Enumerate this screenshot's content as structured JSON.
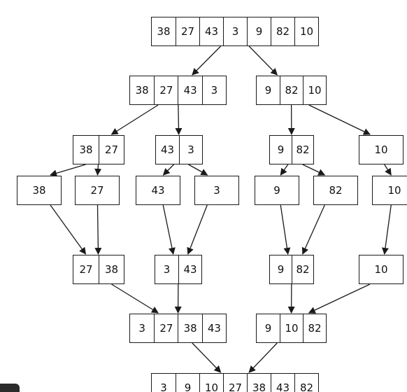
{
  "colors": {
    "stroke": "#1a1a1a",
    "text": "#111111",
    "background": "#ffffff"
  },
  "diagram": {
    "nodes": [
      {
        "id": "n0",
        "cells": [
          "38",
          "27",
          "43",
          "3",
          "9",
          "82",
          "10"
        ]
      },
      {
        "id": "n1",
        "cells": [
          "38",
          "27",
          "43",
          "3"
        ]
      },
      {
        "id": "n2",
        "cells": [
          "9",
          "82",
          "10"
        ]
      },
      {
        "id": "n3",
        "cells": [
          "38",
          "27"
        ]
      },
      {
        "id": "n4",
        "cells": [
          "43",
          "3"
        ]
      },
      {
        "id": "n5",
        "cells": [
          "9",
          "82"
        ]
      },
      {
        "id": "n6",
        "cells": [
          "10"
        ]
      },
      {
        "id": "n7",
        "cells": [
          "38"
        ]
      },
      {
        "id": "n8",
        "cells": [
          "27"
        ]
      },
      {
        "id": "n9",
        "cells": [
          "43"
        ]
      },
      {
        "id": "n10",
        "cells": [
          "3"
        ]
      },
      {
        "id": "n11",
        "cells": [
          "9"
        ]
      },
      {
        "id": "n12",
        "cells": [
          "82"
        ]
      },
      {
        "id": "n13",
        "cells": [
          "10"
        ]
      },
      {
        "id": "n14",
        "cells": [
          "27",
          "38"
        ]
      },
      {
        "id": "n15",
        "cells": [
          "3",
          "43"
        ]
      },
      {
        "id": "n16",
        "cells": [
          "9",
          "82"
        ]
      },
      {
        "id": "n17",
        "cells": [
          "10"
        ]
      },
      {
        "id": "n18",
        "cells": [
          "3",
          "27",
          "38",
          "43"
        ]
      },
      {
        "id": "n19",
        "cells": [
          "9",
          "10",
          "82"
        ]
      },
      {
        "id": "n20",
        "cells": [
          "3",
          "9",
          "10",
          "27",
          "38",
          "43",
          "82"
        ]
      }
    ],
    "edges": [
      [
        "n0",
        "n1"
      ],
      [
        "n0",
        "n2"
      ],
      [
        "n1",
        "n3"
      ],
      [
        "n1",
        "n4"
      ],
      [
        "n2",
        "n5"
      ],
      [
        "n2",
        "n6"
      ],
      [
        "n3",
        "n7"
      ],
      [
        "n3",
        "n8"
      ],
      [
        "n4",
        "n9"
      ],
      [
        "n4",
        "n10"
      ],
      [
        "n5",
        "n11"
      ],
      [
        "n5",
        "n12"
      ],
      [
        "n6",
        "n13"
      ],
      [
        "n7",
        "n14"
      ],
      [
        "n8",
        "n14"
      ],
      [
        "n9",
        "n15"
      ],
      [
        "n10",
        "n15"
      ],
      [
        "n11",
        "n16"
      ],
      [
        "n12",
        "n16"
      ],
      [
        "n13",
        "n17"
      ],
      [
        "n14",
        "n18"
      ],
      [
        "n15",
        "n18"
      ],
      [
        "n16",
        "n19"
      ],
      [
        "n17",
        "n19"
      ],
      [
        "n18",
        "n20"
      ],
      [
        "n19",
        "n20"
      ]
    ]
  }
}
